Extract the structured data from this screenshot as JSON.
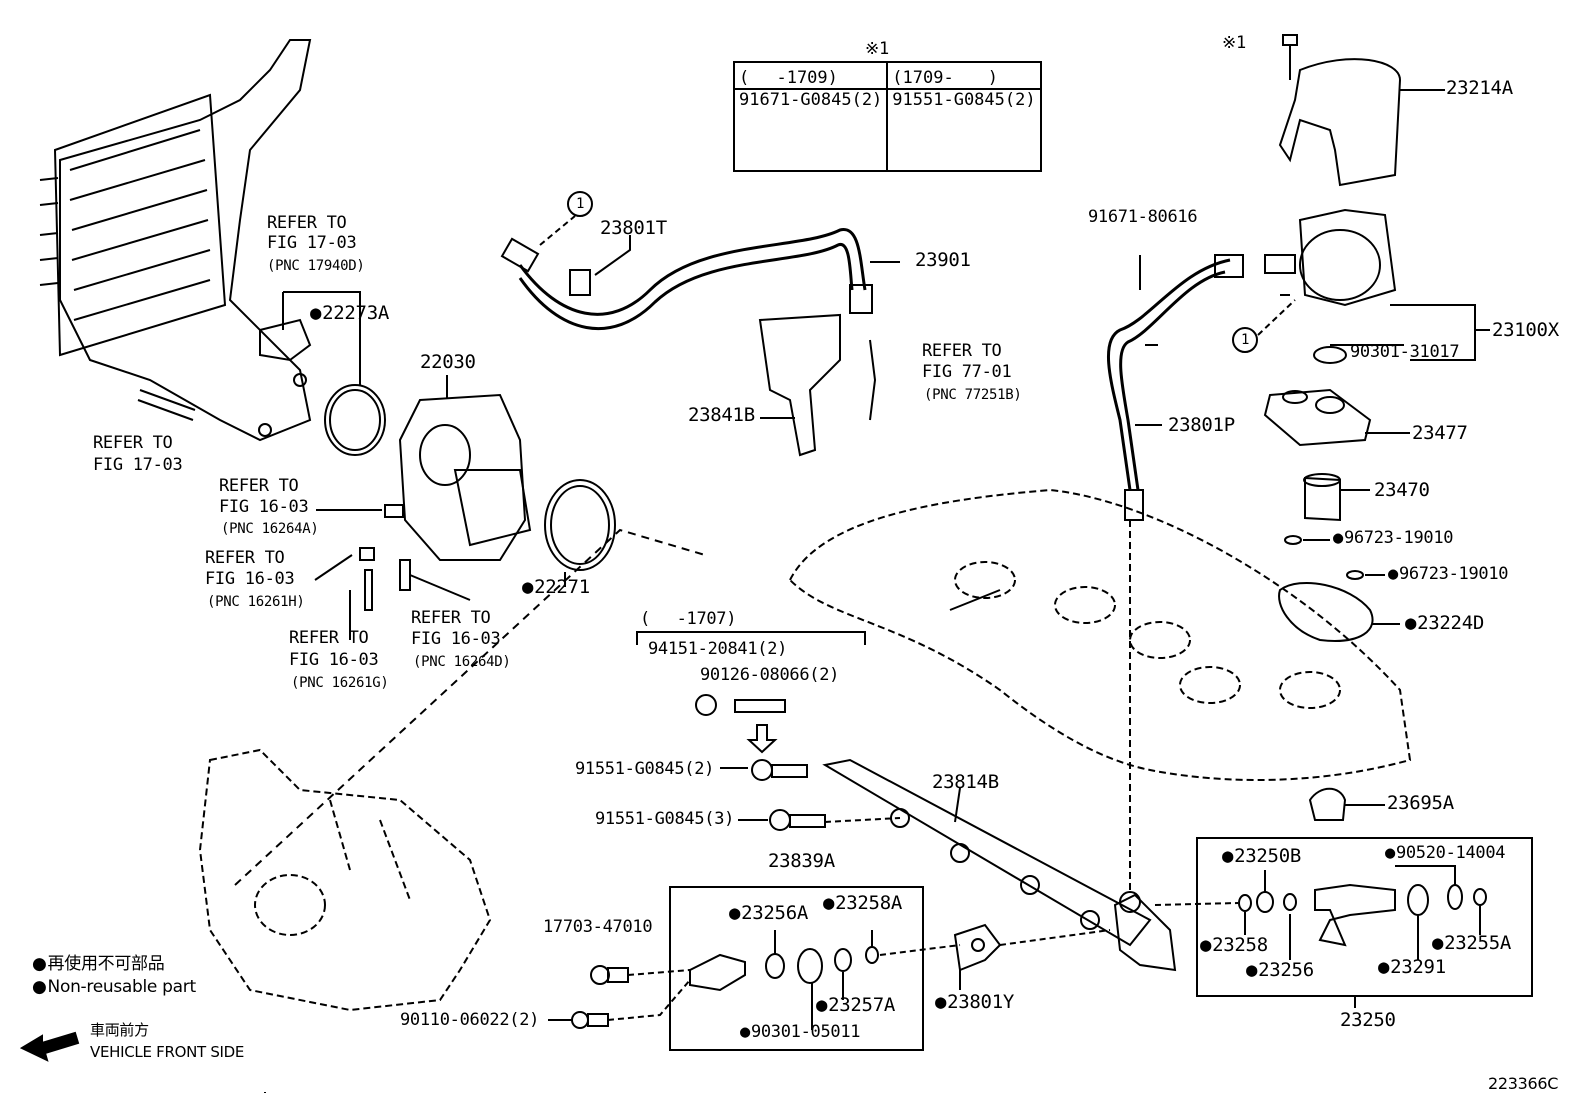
{
  "note_mark": "※1",
  "bolt_table": {
    "col1_range": "(　 -1709)",
    "col2_range": "(1709-　　)",
    "col1_part": "91671-G0845(2)",
    "col2_part": "91551-G0845(2)"
  },
  "parts": {
    "p23214a": "23214A",
    "note_mark2": "※1",
    "p23801t": "23801T",
    "p23901": "23901",
    "p91671_80616": "91671-80616",
    "p23100x": "23100X",
    "p90301_31017": "90301-31017",
    "p22273a": "22273A",
    "p22030": "22030",
    "p23841b": "23841B",
    "p23801p": "23801P",
    "p23477": "23477",
    "p23470": "23470",
    "p96723_19010_a": "96723-19010",
    "p96723_19010_b": "96723-19010",
    "p22271": "22271",
    "p23224d": "23224D",
    "range_1707": "(　 -1707)",
    "p94151_20841": "94151-20841(2)",
    "p90126_08066": "90126-08066(2)",
    "p91551_g0845_2": "91551-G0845(2)",
    "p91551_g0845_3": "91551-G0845(3)",
    "p23814b": "23814B",
    "p23695a": "23695A",
    "p23839a": "23839A",
    "p23256a": "23256A",
    "p23258a": "23258A",
    "p17703_47010": "17703-47010",
    "p23257a": "23257A",
    "p90301_05011": "90301-05011",
    "p90110_06022": "90110-06022(2)",
    "p23801y": "23801Y",
    "p23250b": "23250B",
    "p90520_14004": "90520-14004",
    "p23258": "23258",
    "p23256": "23256",
    "p23291": "23291",
    "p23255a": "23255A",
    "p23250": "23250"
  },
  "refs": {
    "r1_a": "REFER TO",
    "r1_b": "FIG 17-03",
    "r1_c": "(PNC 17940D)",
    "r2_a": "REFER TO",
    "r2_b": "FIG 17-03",
    "r3_a": "REFER TO",
    "r3_b": "FIG 77-01",
    "r3_c": "(PNC 77251B)",
    "r4_a": "REFER TO",
    "r4_b": "FIG 16-03",
    "r4_c": "(PNC 16264A)",
    "r5_a": "REFER TO",
    "r5_b": "FIG 16-03",
    "r5_c": "(PNC 16261H)",
    "r6_a": "REFER TO",
    "r6_b": "FIG 16-03",
    "r6_c": "(PNC 16261G)",
    "r7_a": "REFER TO",
    "r7_b": "FIG 16-03",
    "r7_c": "(PNC 16264D)"
  },
  "callout_1": "1",
  "legend": {
    "jp": "再使用不可部品",
    "en": "Non-reusable part",
    "front_jp": "車両前方",
    "front_en": "VEHICLE FRONT SIDE"
  },
  "figure_id": "223366C"
}
